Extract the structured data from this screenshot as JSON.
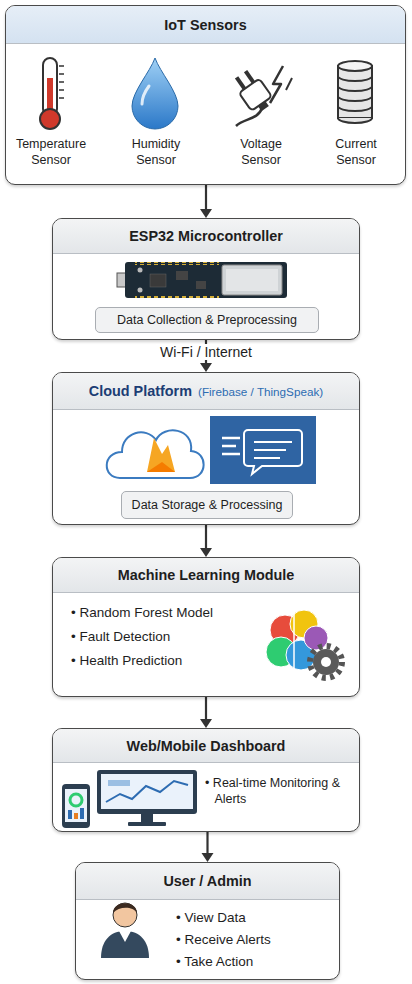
{
  "diagram": {
    "nodes": [
      {
        "text": [
          "IoT Sensors",
          "Temperature Sensor",
          "Humidity Sensor",
          "Voltage Sensor",
          "Current Sensor"
        ]
      },
      {
        "text": [
          "ESP32 Microcontroller"
        ]
      },
      {
        "text": [
          "Data Collection & Preprocessing"
        ],
        "in": 1
      },
      {
        "text": [
          "Cloud Platform",
          "(Firebase / ThingSpeak)"
        ]
      },
      {
        "text": [
          "Data Storage & Processing"
        ],
        "in": 3
      },
      {
        "text": [
          "Machine Learning Module",
          "• Random Forest Model",
          "• Fault Detection",
          "• Health Prediction"
        ]
      },
      {
        "text": [
          "Web/Mobile Dashboard",
          "• Real-time Monitoring & Alerts"
        ]
      },
      {
        "text": [
          "User / Admin",
          "• View Data",
          "• Receive Alerts",
          "• Take Action"
        ]
      }
    ],
    "edges": [
      {
        "from": 0,
        "to": 1,
        "arrow": "to"
      },
      {
        "from": 1,
        "to": 3,
        "arrow": "to",
        "label": "Wi-Fi / Internet"
      },
      {
        "from": 3,
        "to": 5,
        "arrow": "to"
      },
      {
        "from": 5,
        "to": 6,
        "arrow": "to"
      },
      {
        "from": 6,
        "to": 7,
        "arrow": "to"
      }
    ]
  }
}
